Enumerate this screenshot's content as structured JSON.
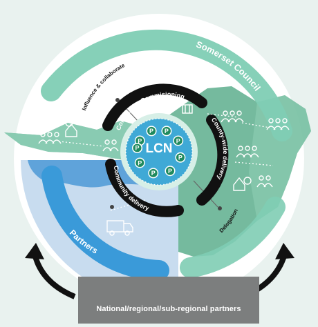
{
  "labels": {
    "outer_top": "Somerset Council",
    "outer_left": "Partners",
    "influence": "Influence & collaborate",
    "delegation": "Delegation",
    "ring_top": "Community Commisioning",
    "ring_right": "County-wide delivery",
    "ring_left": "Community delivery",
    "center": "LCN",
    "badge_letter": "P",
    "bottom_banner": "National/regional/sub-regional partners"
  },
  "colors": {
    "background": "#e9f2ef",
    "green_arc": "#7fcdb4",
    "green_map": "#5dae8d",
    "blue_arc": "#3a9ad9",
    "blue_fill": "#c8dcef",
    "ring_dark": "#111111",
    "center_fill": "#3fa9d6",
    "badge": "#1f8a5e",
    "banner": "#7c7e7e"
  },
  "icons": [
    "people-group-icon",
    "tree-house-icon",
    "ambulance-icon",
    "building-icon",
    "parking-badge-icon",
    "curved-arrow-icon"
  ]
}
